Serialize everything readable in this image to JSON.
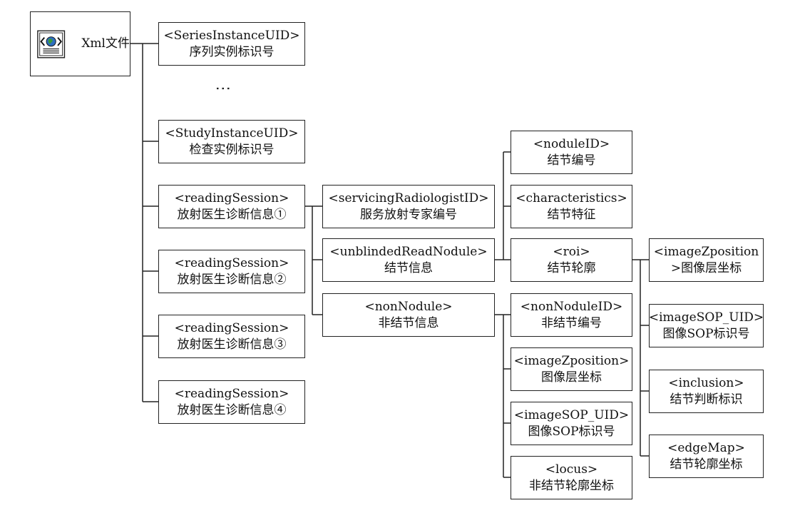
{
  "diagram": {
    "root": {
      "label": "Xml文件",
      "icon": "xml-document-icon"
    },
    "ellipsis": "⋮",
    "level1": [
      {
        "id": "series-instance-uid",
        "tag": "<SeriesInstanceUID>",
        "desc": "序列实例标识号"
      },
      {
        "id": "study-instance-uid",
        "tag": "<StudyInstanceUID>",
        "desc": "检查实例标识号"
      },
      {
        "id": "reading-session-1",
        "tag": "<readingSession>",
        "desc": "放射医生诊断信息①"
      },
      {
        "id": "reading-session-2",
        "tag": "<readingSession>",
        "desc": "放射医生诊断信息②"
      },
      {
        "id": "reading-session-3",
        "tag": "<readingSession>",
        "desc": "放射医生诊断信息③"
      },
      {
        "id": "reading-session-4",
        "tag": "<readingSession>",
        "desc": "放射医生诊断信息④"
      }
    ],
    "level2": [
      {
        "id": "servicing-radiologist-id",
        "tag": "<servicingRadiologistID>",
        "desc": "服务放射专家编号"
      },
      {
        "id": "unblinded-read-nodule",
        "tag": "<unblindedReadNodule>",
        "desc": "结节信息"
      },
      {
        "id": "non-nodule",
        "tag": "<nonNodule>",
        "desc": "非结节信息"
      }
    ],
    "level3": [
      {
        "id": "nodule-id",
        "tag": "<noduleID>",
        "desc": "结节编号"
      },
      {
        "id": "characteristics",
        "tag": "<characteristics>",
        "desc": "结节特征"
      },
      {
        "id": "roi",
        "tag": "<roi>",
        "desc": "结节轮廓"
      },
      {
        "id": "non-nodule-id",
        "tag": "<nonNoduleID>",
        "desc": "非结节编号"
      },
      {
        "id": "nn-image-z-position",
        "tag": "<imageZposition>",
        "desc": "图像层坐标"
      },
      {
        "id": "nn-image-sop-uid",
        "tag": "<imageSOP_UID>",
        "desc": "图像SOP标识号"
      },
      {
        "id": "locus",
        "tag": "<locus>",
        "desc": "非结节轮廓坐标"
      }
    ],
    "level4": [
      {
        "id": "roi-image-z-position",
        "tag": "<imageZposition",
        "desc": ">图像层坐标"
      },
      {
        "id": "roi-image-sop-uid",
        "tag": "<imageSOP_UID>",
        "desc": "图像SOP标识号"
      },
      {
        "id": "inclusion",
        "tag": "<inclusion>",
        "desc": "结节判断标识"
      },
      {
        "id": "edge-map",
        "tag": "<edgeMap>",
        "desc": "结节轮廓坐标"
      }
    ]
  }
}
